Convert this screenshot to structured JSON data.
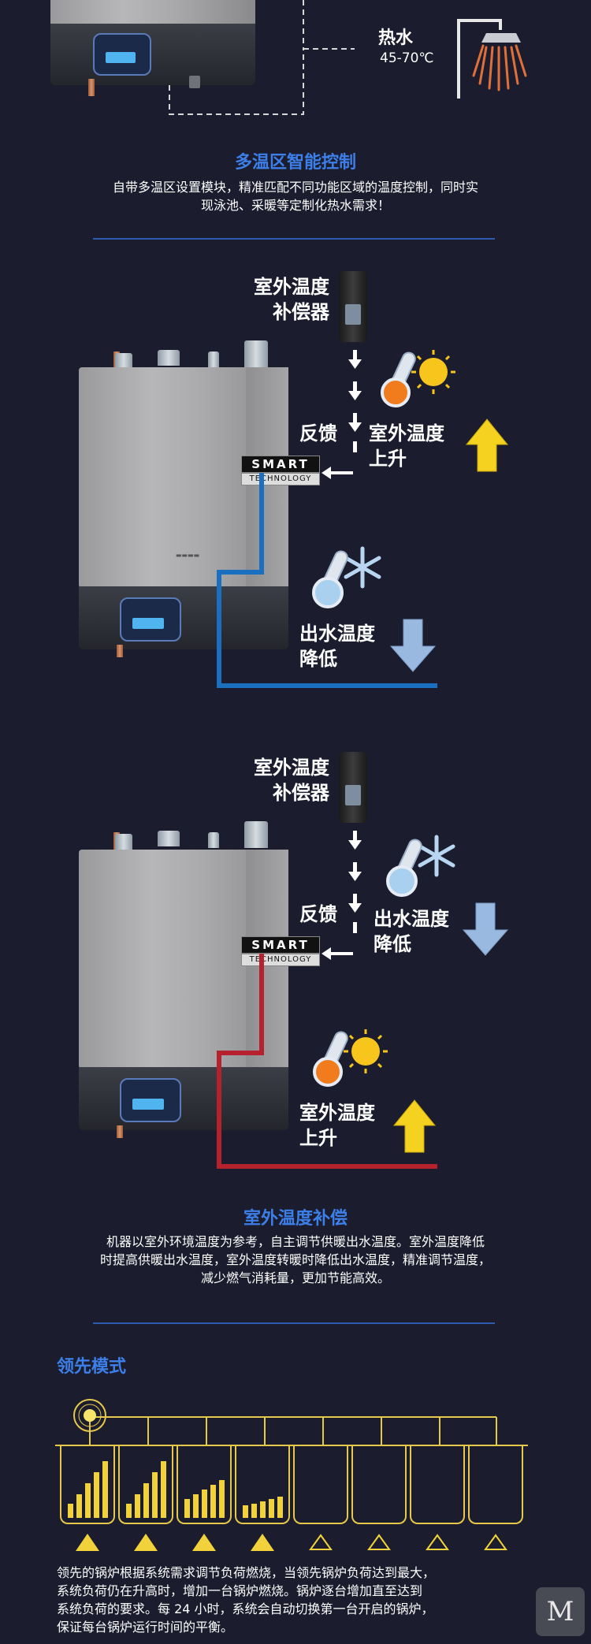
{
  "top": {
    "hot_water_label": "热水",
    "hot_water_temp": "45-70℃"
  },
  "multizone": {
    "title": "多温区智能控制",
    "desc_line1": "自带多温区设置模块，精准匹配不同功能区域的温度控制，同时实",
    "desc_line2": "现泳池、采暖等定制化热水需求！"
  },
  "diagram1": {
    "compensator_line1": "室外温度",
    "compensator_line2": "补偿器",
    "feedback": "反馈",
    "outdoor_line1": "室外温度",
    "outdoor_line2": "上升",
    "outlet_line1": "出水温度",
    "outlet_line2": "降低",
    "smart": "SMART",
    "technology": "TECHNOLOGY",
    "pipe_color": "#1a6fc0"
  },
  "diagram2": {
    "compensator_line1": "室外温度",
    "compensator_line2": "补偿器",
    "feedback": "反馈",
    "outlet_line1": "出水温度",
    "outlet_line2": "降低",
    "outdoor_line1": "室外温度",
    "outdoor_line2": "上升",
    "smart": "SMART",
    "technology": "TECHNOLOGY",
    "pipe_color": "#b5212c"
  },
  "compensation": {
    "title": "室外温度补偿",
    "desc_line1": "机器以室外环境温度为参考，自主调节供暖出水温度。室外温度降低",
    "desc_line2": "时提高供暖出水温度，室外温度转暖时降低出水温度，精准调节温度，",
    "desc_line3": "减少燃气消耗量，更加节能高效。"
  },
  "lead_mode": {
    "title": "领先模式",
    "tank_levels": [
      [
        0.22,
        0.38,
        0.55,
        0.72,
        0.9
      ],
      [
        0.22,
        0.38,
        0.55,
        0.72,
        0.9
      ],
      [
        0.3,
        0.38,
        0.45,
        0.52,
        0.6
      ],
      [
        0.2,
        0.23,
        0.26,
        0.3,
        0.34
      ],
      [
        0,
        0,
        0,
        0,
        0
      ],
      [
        0,
        0,
        0,
        0,
        0
      ],
      [
        0,
        0,
        0,
        0,
        0
      ],
      [
        0,
        0,
        0,
        0,
        0
      ]
    ],
    "active_triangles": [
      true,
      true,
      true,
      true,
      false,
      false,
      false,
      false
    ],
    "desc_line1": "领先的锅炉根据系统需求调节负荷燃烧，当领先锅炉负荷达到最大，",
    "desc_line2": "系统负荷仍在升高时，增加一台锅炉燃烧。锅炉逐台增加直至达到",
    "desc_line3": "系统负荷的要求。每 24 小时，系统会自动切换第一台开启的锅炉，",
    "desc_line4": "保证每台锅炉运行时间的平衡。",
    "accent_color": "#f2d23a"
  },
  "colors": {
    "background": "#1b1d2e",
    "title_blue": "#3d7fe8",
    "arrow_up_yellow": "#f4d21f",
    "arrow_down_blue": "#9ab9e0"
  }
}
